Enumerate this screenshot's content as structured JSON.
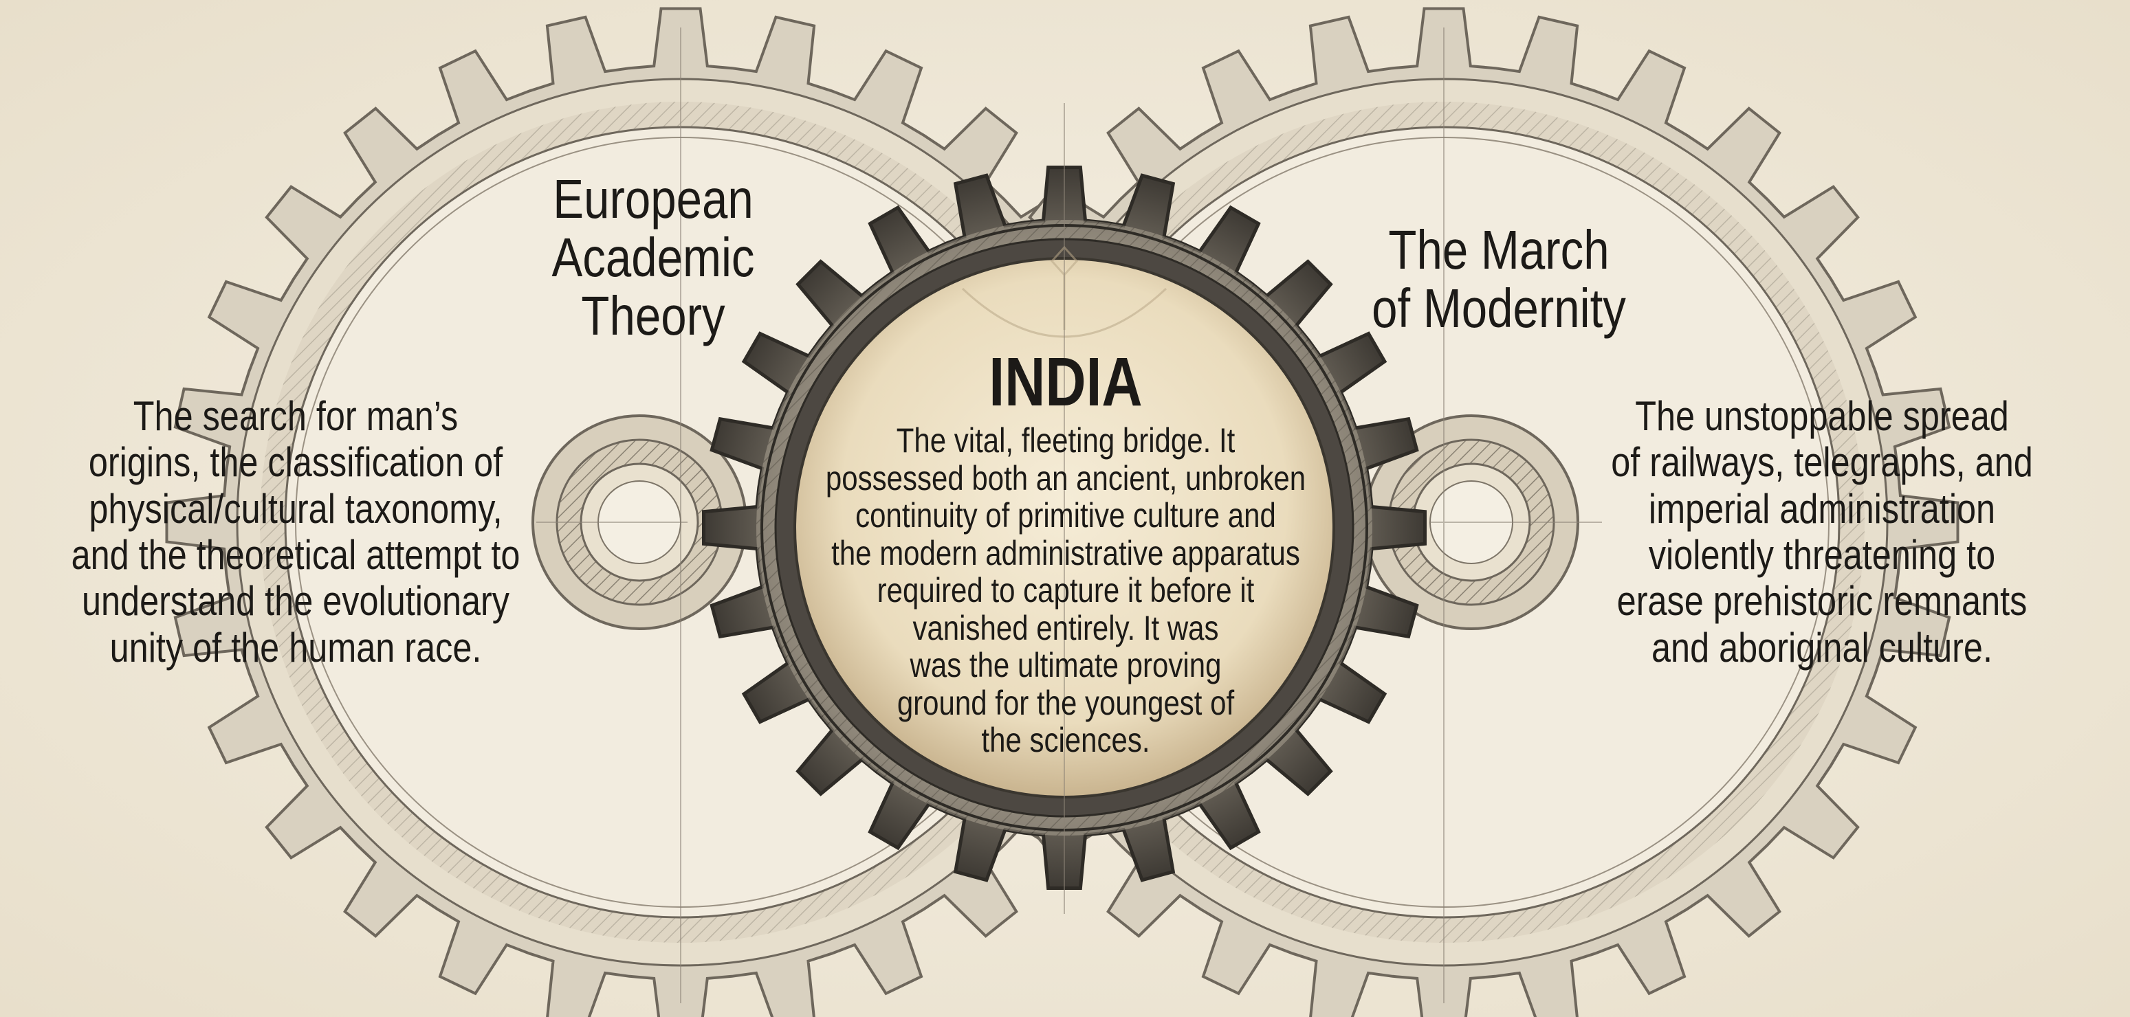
{
  "left_gear": {
    "title": [
      "European",
      "Academic",
      "Theory"
    ],
    "body": [
      "The search for man’s",
      "origins, the classification of",
      "physical/cultural taxonomy,",
      "and the theoretical attempt to",
      "understand the evolutionary",
      "unity of the human race."
    ]
  },
  "center_gear": {
    "title": "INDIA",
    "body": [
      "The vital, fleeting bridge. It",
      "possessed both an ancient, unbroken",
      "continuity of primitive culture and",
      "the modern administrative apparatus",
      "required to capture it before it",
      "vanished entirely. It was",
      "was the ultimate proving",
      "ground for the youngest of",
      "the sciences."
    ]
  },
  "right_gear": {
    "title": [
      "The March",
      "of Modernity"
    ],
    "body": [
      "The unstoppable spread",
      "of railways, telegraphs, and",
      "imperial administration",
      "violently threatening to",
      "erase prehistoric remnants",
      "and aboriginal culture."
    ]
  },
  "colors": {
    "parchment": "#f1ebdc",
    "side_gear_fill": "#d9d1c0",
    "side_gear_stroke": "#6e675c",
    "center_gear_fill": "#5a554d",
    "center_disc": "#efe3c8",
    "text": "#1c1a17"
  }
}
